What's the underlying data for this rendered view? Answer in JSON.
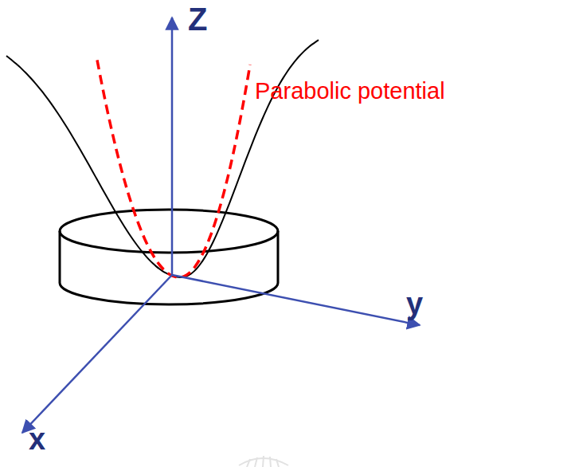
{
  "diagram": {
    "labels": [
      "Z",
      "y",
      "x",
      "Parabolic potential"
    ]
  }
}
